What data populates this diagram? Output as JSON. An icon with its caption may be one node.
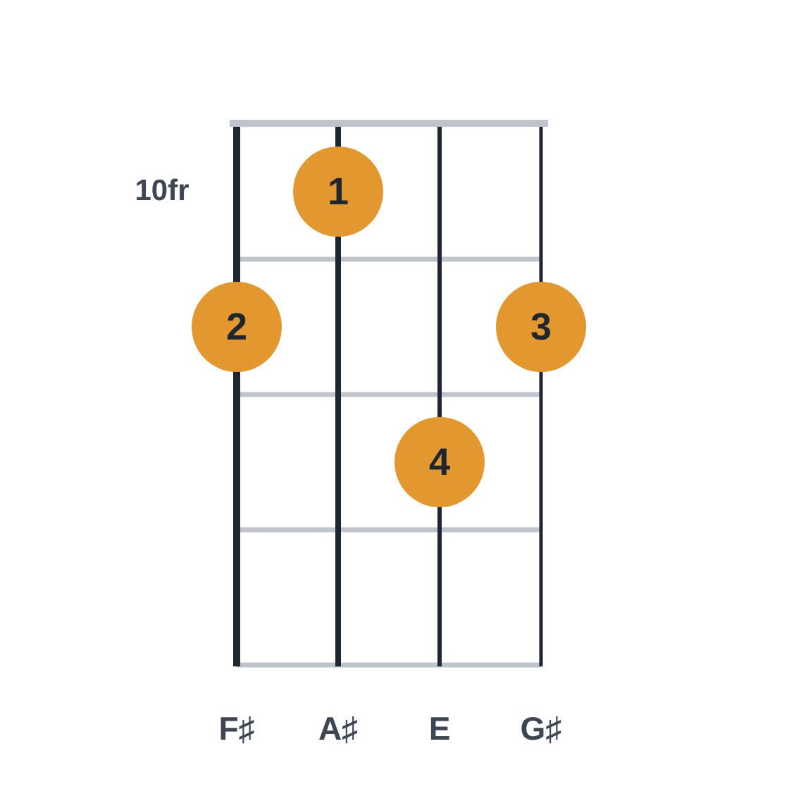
{
  "diagram": {
    "nodes": [
      {
        "text": [
          "1"
        ]
      },
      {
        "text": [
          "2"
        ]
      },
      {
        "text": [
          "3"
        ]
      },
      {
        "text": [
          "4"
        ]
      }
    ],
    "labels": [
      "10fr",
      "F♯",
      "A♯",
      "E",
      "G♯"
    ]
  }
}
